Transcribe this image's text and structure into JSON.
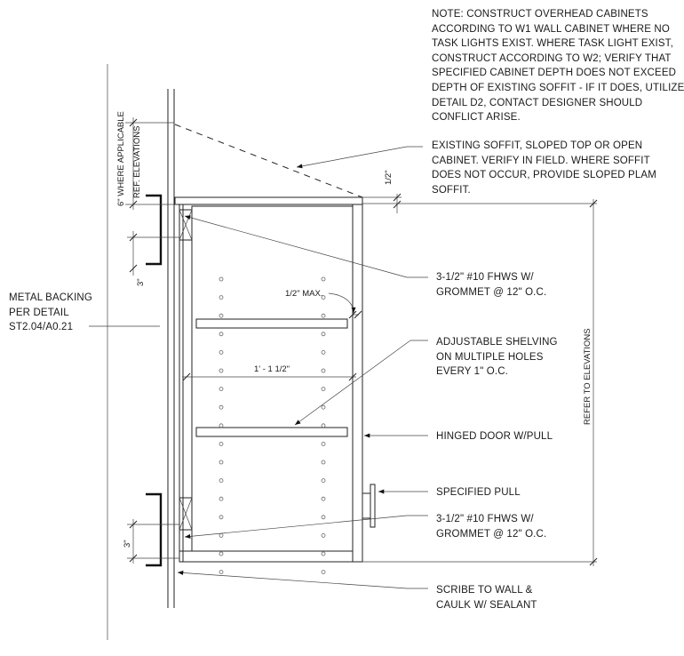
{
  "notes": {
    "general": "NOTE: CONSTRUCT OVERHEAD CABINETS\nACCORDING TO W1 WALL CABINET WHERE NO\nTASK LIGHTS EXIST. WHERE TASK LIGHT EXIST,\nCONSTRUCT ACCORDING TO W2; VERIFY THAT\nSPECIFIED CABINET DEPTH DOES NOT EXCEED\nDEPTH OF EXISTING SOFFIT - IF IT DOES, UTILIZE\nDETAIL D2, CONTACT DESIGNER SHOULD\nCONFLICT ARISE.",
    "soffit": "EXISTING SOFFIT, SLOPED TOP OR OPEN\nCABINET. VERIFY IN FIELD. WHERE SOFFIT\nDOES NOT OCCUR, PROVIDE SLOPED PLAM\nSOFFIT.",
    "fasteners_top": "3-1/2\" #10 FHWS W/\nGROMMET @ 12\" O.C.",
    "shelving": "ADJUSTABLE SHELVING\nON MULTIPLE HOLES\nEVERY 1\" O.C.",
    "door": "HINGED DOOR W/PULL",
    "pull": "SPECIFIED PULL",
    "fasteners_bottom": "3-1/2\" #10 FHWS W/\nGROMMET @ 12\" O.C.",
    "scribe": "SCRIBE TO WALL &\nCAULK W/ SEALANT",
    "backing": "METAL BACKING\nPER DETAIL\nST2.04/A0.21"
  },
  "dimensions": {
    "soffit_gap": "6\" WHERE APPLICABLE",
    "soffit_gap_ref": "REF. ELEVATIONS",
    "top_gap": "1/2\"",
    "max_gap": "1/2\" MAX.",
    "shelf_depth": "1' - 1 1/2\"",
    "cabinet_height": "REFER TO ELEVATIONS",
    "top_backing": "3\"",
    "bottom_backing": "3\""
  },
  "hole_rows": 17
}
